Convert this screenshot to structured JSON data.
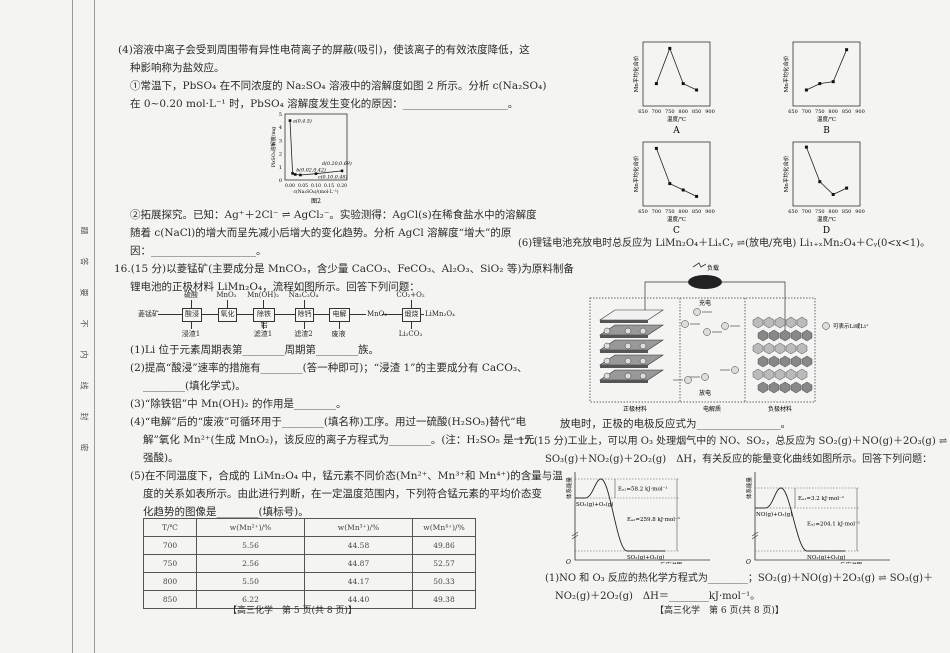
{
  "margin": {
    "chars": [
      "题",
      "答",
      "要",
      "不",
      "内",
      "线",
      "封",
      "密"
    ]
  },
  "left": {
    "q4_l1": "(4)溶液中离子会受到周围带有异性电荷离子的屏蔽(吸引)，使该离子的有效浓度降低，这",
    "q4_l2": "种影响称为盐效应。",
    "q4_1_l1": "①常温下，PbSO₄ 在不同浓度的 Na₂SO₄ 溶液中的溶解度如图 2 所示。分析 c(Na₂SO₄)",
    "q4_1_l2": "在 0~0.20 mol·L⁻¹ 时，PbSO₄ 溶解度发生变化的原因：____________________。",
    "q4_2_l1": "②拓展探究。已知：Ag⁺＋2Cl⁻ ⇌ AgCl₂⁻。实验测得：AgCl(s)在稀食盐水中的溶解度",
    "q4_2_l2": "随着 c(NaCl)的增大而呈先减小后增大的变化趋势。分析 AgCl 溶解度“增大”的原",
    "q4_2_l3": "因：____________________。",
    "q16_l1": "16.(15 分)以菱锰矿(主要成分是 MnCO₃，含少量 CaCO₃、FeCO₃、Al₂O₃、SiO₂ 等)为原料制备",
    "q16_l2": "锂电池的正极材料 LiMn₂O₄，流程如图所示。回答下列问题：",
    "s1": "(1)Li 位于元素周期表第________周期第________族。",
    "s2_l1": "(2)提高“酸浸”速率的措施有________(答一种即可)；“浸渣 1”的主要成分有 CaCO₃、",
    "s2_l2": "________(填化学式)。",
    "s3": "(3)“除铁铝”中 Mn(OH)₂ 的作用是________。",
    "s4_l1": "(4)“电解”后的“废液”可循环用于________(填名称)工序。用过一硫酸(H₂SO₅)替代“电",
    "s4_l2": "解”氧化 Mn²⁺(生成 MnO₂)，该反应的离子方程式为________。(注：H₂SO₅ 是一元",
    "s4_l3": "强酸)。",
    "s5_l1": "(5)在不同温度下，合成的 LiMn₂O₄ 中，锰元素不同价态(Mn²⁺、Mn³⁺和 Mn⁴⁺)的含量与温",
    "s5_l2": "度的关系如表所示。由此进行判断，在一定温度范围内，下列符合锰元素的平均价态变",
    "s5_l3": "化趋势的图像是________(填标号)。",
    "footer": "【高三化学　第 5 页(共 8 页)】"
  },
  "figure2": {
    "caption": "图2",
    "ylabel": "PbSO₄溶解度/mg",
    "xlabel": "c(Na₂SO₄)/(mol·L⁻¹)",
    "xticks": [
      "0.00",
      "0.05",
      "0.10",
      "0.15",
      "0.20"
    ],
    "yticks": [
      "0",
      "1",
      "2",
      "3",
      "4",
      "5"
    ],
    "points": [
      {
        "x": 0,
        "y": 4.5
      },
      {
        "x": 0.01,
        "y": 0.5
      },
      {
        "x": 0.02,
        "y": 0.42
      },
      {
        "x": 0.04,
        "y": 0.38
      },
      {
        "x": 0.1,
        "y": 0.48
      },
      {
        "x": 0.2,
        "y": 0.69
      }
    ],
    "labels": [
      "a(0,4.5)",
      "b(0.02,0.42)",
      "c(0.10,0.48)",
      "d(0.20,0.69)"
    ]
  },
  "flow": {
    "start": "菱锰矿",
    "steps": [
      "酸浸",
      "氧化",
      "除铁铝",
      "除钙",
      "电解",
      "煅烧"
    ],
    "inputs": [
      "硫酸",
      "MnO₂",
      "Mn(OH)₂",
      "Na₂C₂O₄",
      "CO₂+O₂"
    ],
    "outputs": [
      "浸渣1",
      "滤渣1",
      "滤渣2",
      "废液",
      "Li₂CO₃"
    ],
    "mid": "MnO₂",
    "product": "LiMn₂O₄"
  },
  "table": {
    "headers": [
      "T/℃",
      "w(Mn²⁺)/%",
      "w(Mn³⁺)/%",
      "w(Mn⁴⁺)/%"
    ],
    "rows": [
      [
        "700",
        "5.56",
        "44.58",
        "49.86"
      ],
      [
        "750",
        "2.56",
        "44.87",
        "52.57"
      ],
      [
        "800",
        "5.50",
        "44.17",
        "50.33"
      ],
      [
        "850",
        "6.22",
        "44.40",
        "49.38"
      ]
    ]
  },
  "charts": {
    "ylabel": "Mn平均化合价",
    "xlabel": "温度/℃",
    "xticks": [
      "650",
      "700",
      "750",
      "800",
      "850",
      "900"
    ],
    "items": [
      {
        "label": "A",
        "x": [
          700,
          750,
          800,
          850
        ],
        "values": [
          0.35,
          0.9,
          0.35,
          0.25
        ]
      },
      {
        "label": "B",
        "x": [
          700,
          750,
          800,
          850
        ],
        "values": [
          0.25,
          0.35,
          0.38,
          0.88
        ]
      },
      {
        "label": "C",
        "x": [
          700,
          750,
          800,
          850
        ],
        "values": [
          0.9,
          0.35,
          0.25,
          0.15
        ]
      },
      {
        "label": "D",
        "x": [
          700,
          750,
          800,
          850
        ],
        "values": [
          0.92,
          0.38,
          0.18,
          0.28
        ]
      }
    ]
  },
  "right": {
    "q6": "(6)锂锰电池充放电时总反应为 LiMn₂O₄＋LiₓCᵧ ⇌(放电/充电) Li₁₊ₓMn₂O₄＋Cᵧ(0<x<1)。",
    "q6_blank": "放电时，正极的电极反应式为________________。",
    "q17_l1": "17.(15 分)工业上，可以用 O₃ 处理烟气中的 NO、SO₂，总反应为 SO₂(g)＋NO(g)＋2O₃(g) ⇌",
    "q17_l2": "SO₃(g)＋NO₂(g)＋2O₂(g)　ΔH，有关反应的能量变化曲线如图所示。回答下列问题：",
    "q17_1_l1": "(1)NO 和 O₃ 反应的热化学方程式为________；SO₂(g)＋NO(g)＋2O₃(g) ⇌ SO₃(g)＋",
    "q17_1_l2": "NO₂(g)＋2O₂(g)　ΔH＝________kJ·mol⁻¹。",
    "footer": "【高三化学　第 6 页(共 8 页)】"
  },
  "battery": {
    "load": "负载",
    "charge": "充电",
    "discharge": "放电",
    "cathode": "正极材料",
    "electrolyte": "电解质",
    "anode": "负极材料",
    "legend": "可表示Li或Li⁺",
    "ion": "Li"
  },
  "energy": [
    {
      "ylabel": "体系能量",
      "xlabel": "反应进程",
      "origin": "O",
      "reactant": "SO₂(g)+O₃(g)",
      "product": "SO₃(g)+O₂(g)",
      "ea1": "Eₐ₁=58.2 kJ·mol⁻¹",
      "ea2": "Eₐ₂=259.8 kJ·mol⁻¹"
    },
    {
      "ylabel": "体系能量",
      "xlabel": "反应进程",
      "origin": "O",
      "reactant": "NO(g)+O₃(g)",
      "product": "NO₂(g)+O₂(g)",
      "ea1": "Eₐ₁=3.2 kJ·mol⁻¹",
      "ea2": "Eₐ₂=204.1 kJ·mol⁻¹"
    }
  ]
}
